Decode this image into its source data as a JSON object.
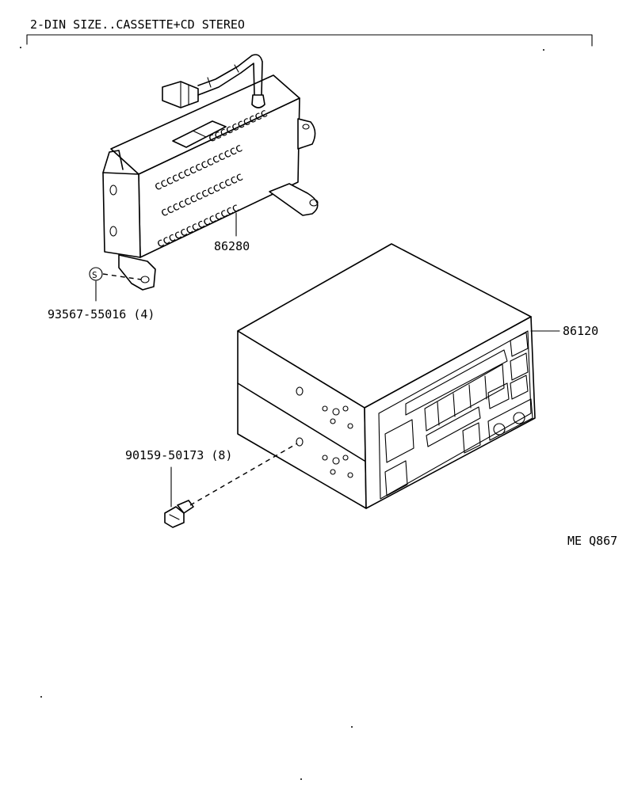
{
  "header": {
    "title": "2-DIN SIZE..CASSETTE+CD STEREO"
  },
  "parts": {
    "amplifier": "86280",
    "washer": "93567-55016 (4)",
    "washer_symbol": "S",
    "stereo_unit": "86120",
    "screw": "90159-50173 (8)"
  },
  "footer": {
    "diagram_code": "ME Q867"
  },
  "icons": [
    "amplifier-unit",
    "stereo-receiver-unit",
    "washer",
    "bolt"
  ]
}
